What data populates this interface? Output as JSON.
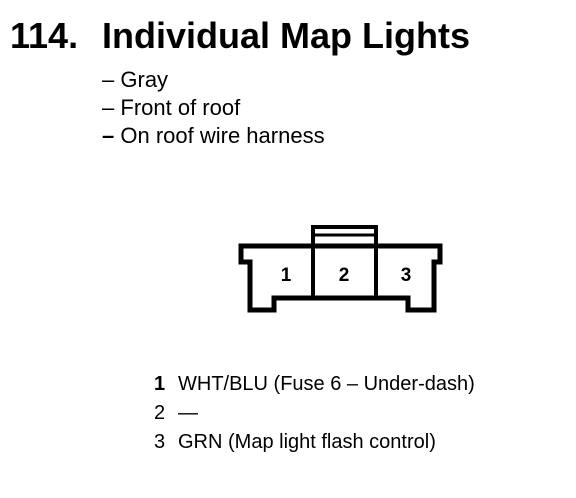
{
  "header": {
    "number": "114.",
    "title": "Individual Map Lights"
  },
  "description": [
    {
      "dash": "–",
      "text": "Gray"
    },
    {
      "dash": "–",
      "text": "Front of roof"
    },
    {
      "dash": "–",
      "text": "On roof wire harness"
    }
  ],
  "connector": {
    "cavity_labels": [
      "1",
      "2",
      "3"
    ]
  },
  "pins": [
    {
      "number": "1",
      "wire": "WHT/BLU (Fuse 6 – Under-dash)"
    },
    {
      "number": "2",
      "wire": "—"
    },
    {
      "number": "3",
      "wire": "GRN (Map light flash control)"
    }
  ]
}
